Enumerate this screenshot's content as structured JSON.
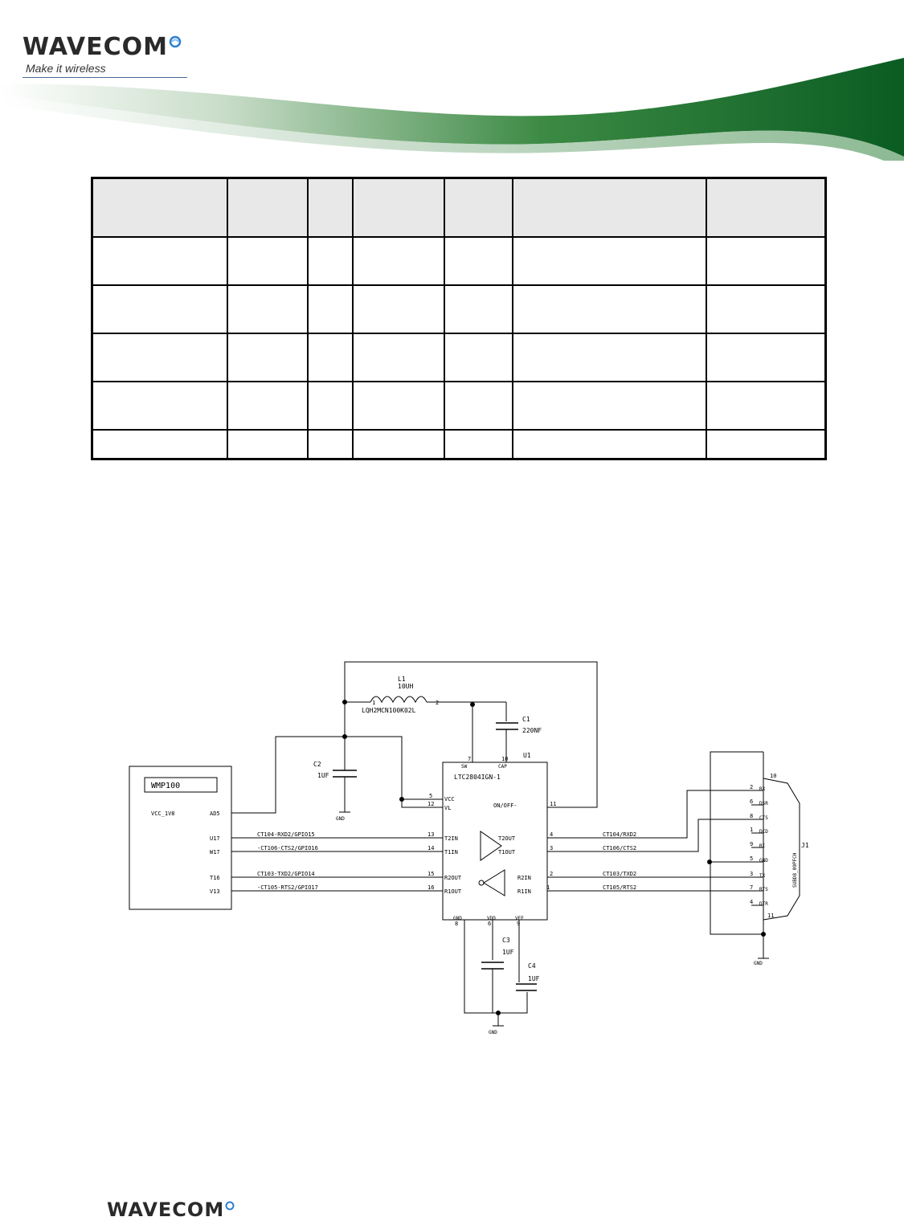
{
  "header": {
    "logo_text": "WAVECOM",
    "tagline": "Make it wireless"
  },
  "footer": {
    "logo_text": "WAVECOM"
  },
  "schematic": {
    "L1_ref": "L1",
    "L1_value": "10UH",
    "L1_part": "LQH2MCN100K02L",
    "L1_pin1": "1",
    "L1_pin2": "2",
    "C1_ref": "C1",
    "C1_value": "220NF",
    "C2_ref": "C2",
    "C2_value": "1UF",
    "C3_ref": "C3",
    "C3_value": "1UF",
    "C4_ref": "C4",
    "C4_value": "1UF",
    "gnd": "GND",
    "wmp_label": "WMP100",
    "wmp_vcc": "VCC_1V8",
    "wmp_pins": [
      "AD5",
      "U17",
      "W17",
      "T16",
      "V13"
    ],
    "u1_ref": "U1",
    "u1_part": "LTC2804IGN-1",
    "u1_top_pins": [
      {
        "num": "7",
        "name": "SW"
      },
      {
        "num": "10",
        "name": "CAP"
      }
    ],
    "u1_left_pins": [
      {
        "num": "5",
        "name": "VCC"
      },
      {
        "num": "12",
        "name": "VL"
      },
      {
        "num": "13",
        "name": "T2IN"
      },
      {
        "num": "14",
        "name": "T1IN"
      },
      {
        "num": "15",
        "name": "R2OUT"
      },
      {
        "num": "16",
        "name": "R1OUT"
      }
    ],
    "u1_right_pins": [
      {
        "num": "11",
        "name": "ON/OFF-"
      },
      {
        "num": "4",
        "name": "T2OUT"
      },
      {
        "num": "3",
        "name": "T1OUT"
      },
      {
        "num": "2",
        "name": "R2IN"
      },
      {
        "num": "1",
        "name": "R1IN"
      }
    ],
    "u1_bottom_pins": [
      {
        "num": "8",
        "name": "GND"
      },
      {
        "num": "6",
        "name": "VDD"
      },
      {
        "num": "9",
        "name": "VEE"
      }
    ],
    "left_nets": [
      "CT104-RXD2/GPIO15",
      "-CT106-CTS2/GPIO16",
      "CT103-TXD2/GPIO14",
      "-CT105-RTS2/GPIO17"
    ],
    "right_nets": [
      "CT104/RXD2",
      "CT106/CTS2",
      "CT103/TXD2",
      "CT105/RTS2"
    ],
    "j1_ref": "J1",
    "j1_part": "SUBD8_09PFCH",
    "j1_pins": [
      {
        "num": "2",
        "name": "RX"
      },
      {
        "num": "6",
        "name": "DSR"
      },
      {
        "num": "8",
        "name": "CTS"
      },
      {
        "num": "1",
        "name": "DCD"
      },
      {
        "num": "9",
        "name": "RI"
      },
      {
        "num": "5",
        "name": "GND"
      },
      {
        "num": "3",
        "name": "TX"
      },
      {
        "num": "7",
        "name": "RTS"
      },
      {
        "num": "4",
        "name": "DTR"
      }
    ],
    "j1_shell_top": "10",
    "j1_shell_bottom": "11"
  }
}
